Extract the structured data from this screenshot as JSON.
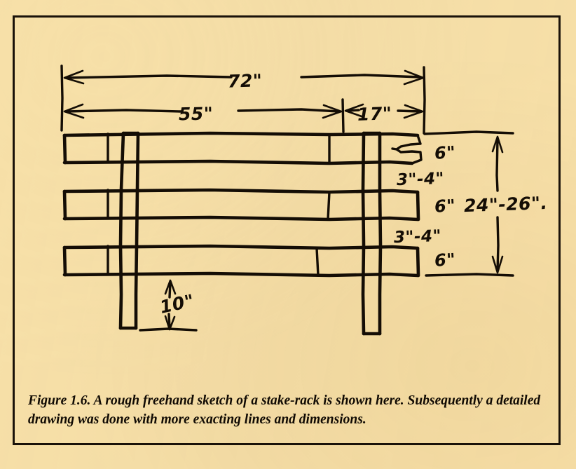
{
  "figure": {
    "number": "Figure 1.6.",
    "caption_text": "A rough freehand sketch of a stake-rack is shown here.  Subsequently a detailed drawing was done with more exacting lines and dimensions.",
    "subject": "stake-rack"
  },
  "colors": {
    "paper": "#f7e0a8",
    "ink": "#140d05",
    "border": "#1a1209"
  },
  "dimensions": {
    "overall_width": "72\"",
    "left_span": "55\"",
    "right_span": "17\"",
    "overall_height": "24\"-26\".",
    "leg_below_bottom_rail": "10\"",
    "rail_1_height": "6\"",
    "gap_1": "3\"-4\"",
    "rail_2_height": "6\"",
    "gap_2": "3\"-4\"",
    "rail_3_height": "6\""
  },
  "drawing": {
    "name": "freehand-stake-rack-sketch",
    "rails": [
      {
        "name": "top-rail",
        "label": "6\""
      },
      {
        "name": "middle-rail",
        "label": "6\""
      },
      {
        "name": "bottom-rail",
        "label": "6\""
      }
    ],
    "posts": [
      {
        "name": "left-stake-post"
      },
      {
        "name": "right-stake-post"
      }
    ]
  }
}
